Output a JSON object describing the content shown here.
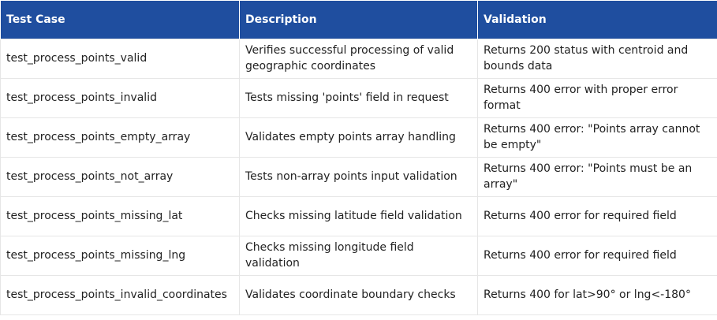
{
  "table": {
    "headers": [
      "Test Case",
      "Description",
      "Validation"
    ],
    "rows": [
      [
        "test_process_points_valid",
        "Verifies successful processing of valid geographic coordinates",
        "Returns 200 status with centroid and bounds data"
      ],
      [
        "test_process_points_invalid",
        "Tests missing 'points' field in request",
        "Returns 400 error with proper error format"
      ],
      [
        "test_process_points_empty_array",
        "Validates empty points array handling",
        "Returns 400 error: \"Points array cannot be empty\""
      ],
      [
        "test_process_points_not_array",
        "Tests non-array points input validation",
        "Returns 400 error: \"Points must be an array\""
      ],
      [
        "test_process_points_missing_lat",
        "Checks missing latitude field validation",
        "Returns 400 error for required field"
      ],
      [
        "test_process_points_missing_lng",
        "Checks missing longitude field validation",
        "Returns 400 error for required field"
      ],
      [
        "test_process_points_invalid_coordinates",
        "Validates coordinate boundary checks",
        "Returns 400 for lat>90° or lng<-180°"
      ]
    ]
  },
  "colors": {
    "header_bg": "#1f4e9f",
    "header_text": "#ffffff",
    "border": "#e6e6e6",
    "text": "#222222"
  }
}
